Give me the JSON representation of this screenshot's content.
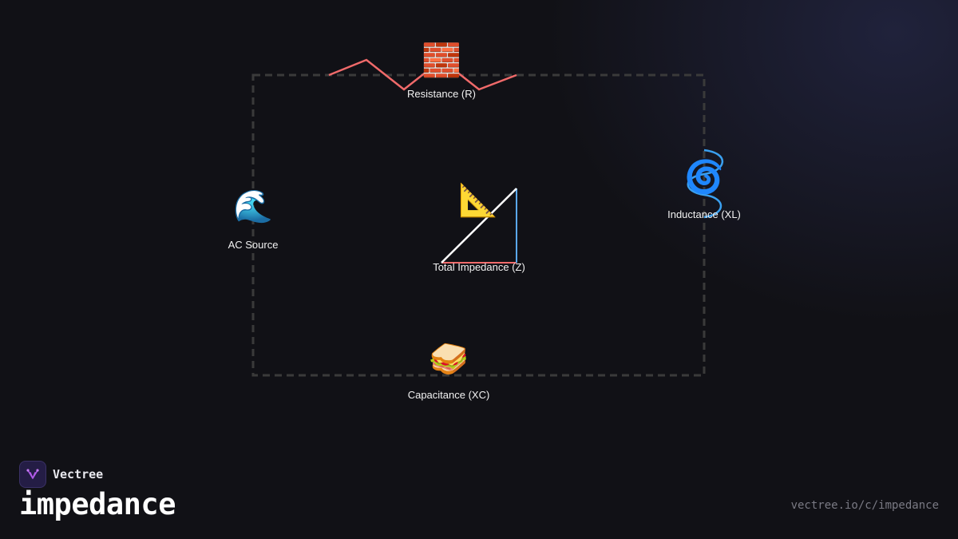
{
  "colors": {
    "background": "#111116",
    "dashed_border": "#3a3a3a",
    "resistor": "#f06a6a",
    "inductor": "#3aa0f0",
    "triangle_hypotenuse": "#ffffff",
    "triangle_vertical": "#5aa8f0",
    "triangle_base": "#f06a6a"
  },
  "nodes": {
    "resistance": {
      "emoji": "🧱",
      "icon": "brick-icon",
      "label": "Resistance (R)"
    },
    "inductance": {
      "emoji": "🌀",
      "icon": "spiral-icon",
      "label": "Inductance (XL)"
    },
    "ac_source": {
      "emoji": "🌊",
      "icon": "wave-icon",
      "label": "AC Source"
    },
    "impedance": {
      "emoji": "📐",
      "icon": "triangle-ruler-icon",
      "label": "Total Impedance (Z)"
    },
    "capacitance": {
      "emoji": "🥪",
      "icon": "sandwich-icon",
      "label": "Capacitance (XC)"
    }
  },
  "footer": {
    "brand": "Vectree",
    "title": "impedance",
    "url": "vectree.io/c/impedance"
  }
}
